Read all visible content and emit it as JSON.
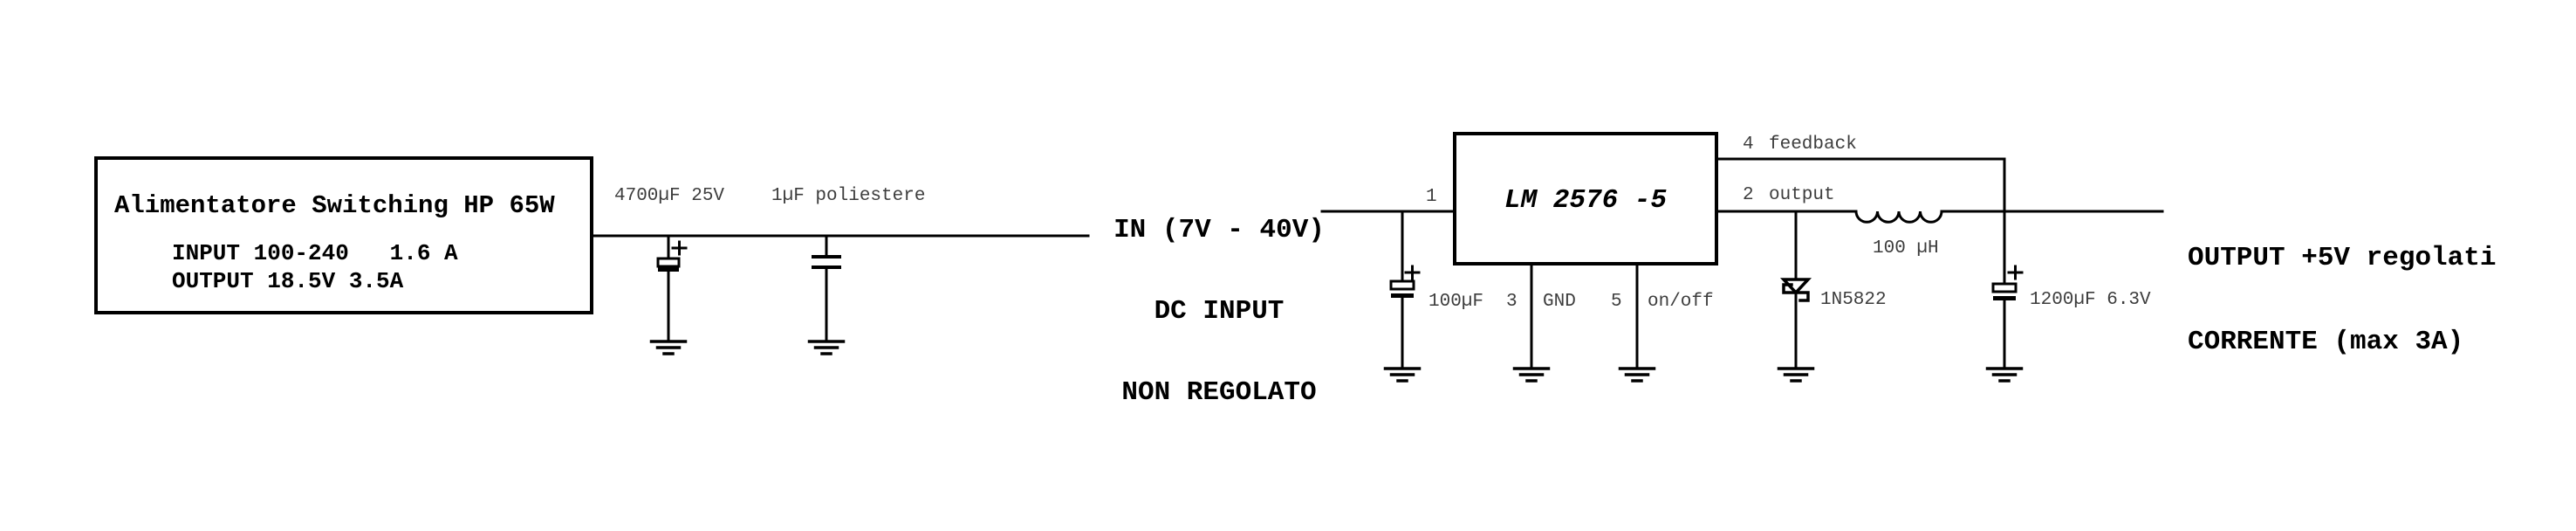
{
  "colors": {
    "background": "#ffffff",
    "wire": "#000000",
    "small_label": "#3d3d3d",
    "text": "#000000"
  },
  "power_box": {
    "title": "Alimentatore Switching HP 65W",
    "spec_input": "INPUT 100-240   1.6 A",
    "spec_output": "OUTPUT 18.5V 3.5A"
  },
  "input_caps": {
    "electrolytic_label": "4700µF 25V",
    "film_label": "1µF poliestere"
  },
  "input_note": {
    "line1": "IN (7V - 40V)",
    "line2": "DC INPUT",
    "line3": "NON REGOLATO"
  },
  "regulator": {
    "name": "LM 2576 -5",
    "pin1_num": "1",
    "pin2_num": "2",
    "pin2_name": "output",
    "pin3_num": "3",
    "pin3_name": "GND",
    "pin4_num": "4",
    "pin4_name": "feedback",
    "pin5_num": "5",
    "pin5_name": "on/off"
  },
  "components": {
    "input_cap_label": "100µF",
    "diode_label": "1N5822",
    "inductor_label": "100 µH",
    "output_cap_label": "1200µF 6.3V"
  },
  "output_note": {
    "line1": "OUTPUT +5V regolati",
    "line2": "CORRENTE (max 3A)"
  }
}
